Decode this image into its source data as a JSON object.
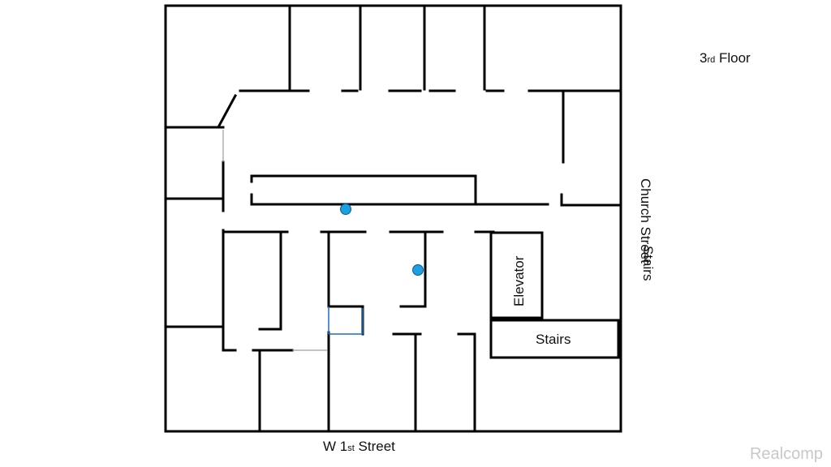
{
  "floor": {
    "prefix": "3",
    "suffix": "rd",
    "word": "Floor"
  },
  "street_bottom": {
    "prefix": "W 1",
    "suffix": "st",
    "word": "Street"
  },
  "street_right": "Church Street",
  "labels": {
    "elevator": "Elevator",
    "stairs": "Stairs",
    "stairs_right": "Stairs"
  },
  "watermark": "Realcomp",
  "colors": {
    "wall": "#000000",
    "marker": "#1ea0e0",
    "marker_outline": "#0a5a8c",
    "door": "#1a6ec0"
  },
  "markers": [
    {
      "name": "location-marker-hallway"
    },
    {
      "name": "location-marker-office"
    }
  ]
}
